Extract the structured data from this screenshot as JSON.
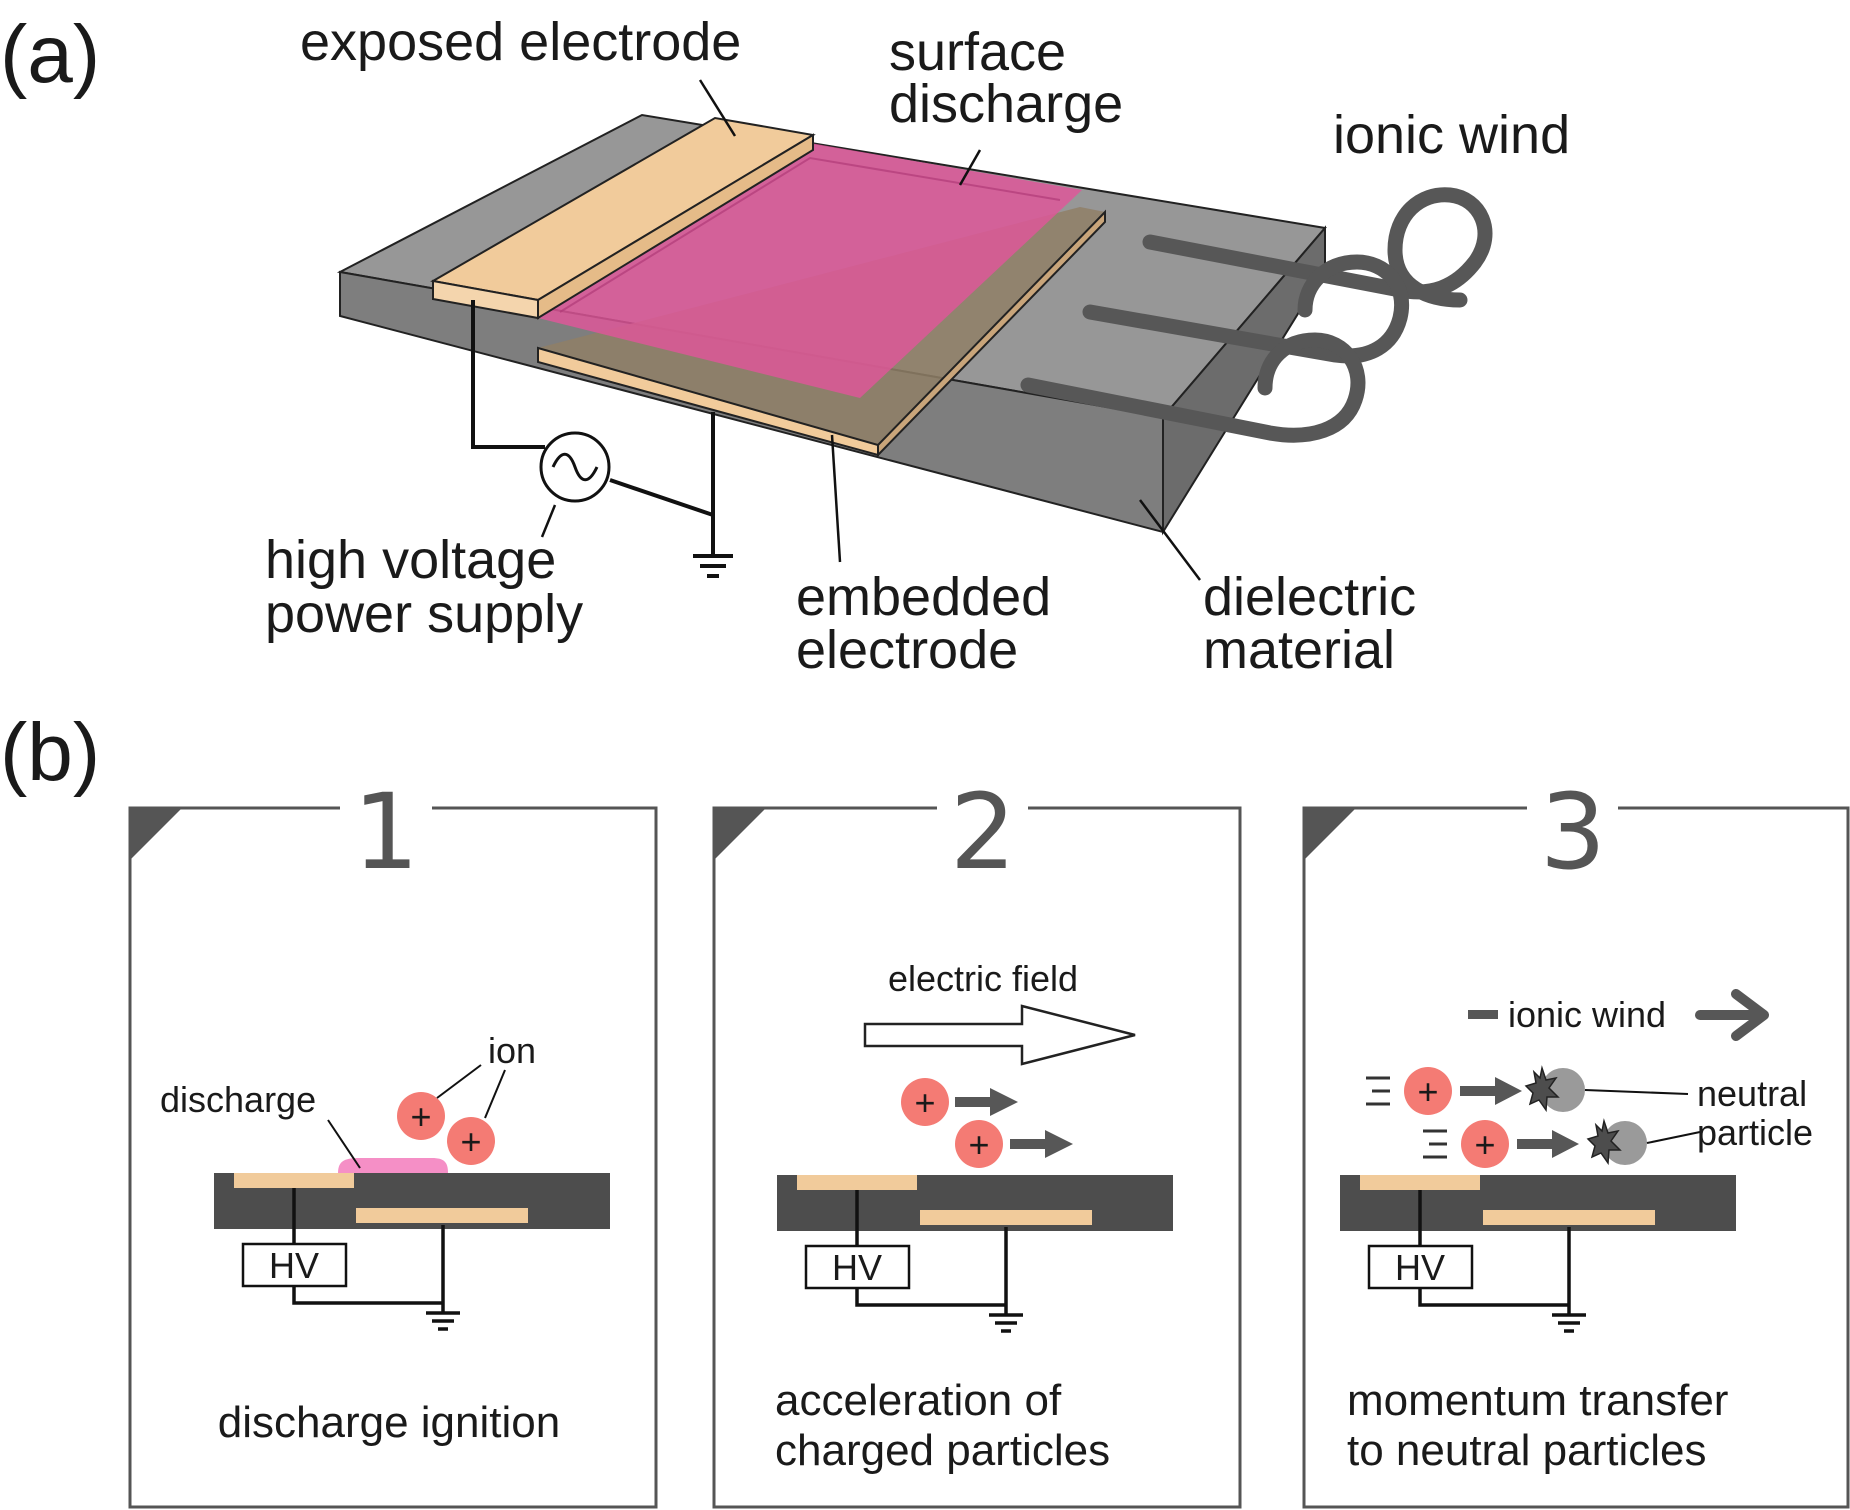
{
  "part_a": {
    "tag": "(a)",
    "labels": {
      "exposed_electrode": "exposed electrode",
      "surface_discharge_1": "surface",
      "surface_discharge_2": "discharge",
      "ionic_wind": "ionic wind",
      "power_supply_1": "high voltage",
      "power_supply_2": "power supply",
      "embedded_electrode_1": "embedded",
      "embedded_electrode_2": "electrode",
      "dielectric_1": "dielectric",
      "dielectric_2": "material"
    }
  },
  "part_b": {
    "tag": "(b)",
    "hv_label": "HV",
    "ion_sign": "+",
    "panels": [
      {
        "number": "1",
        "caption_1": "discharge ignition",
        "caption_2": "",
        "labels": {
          "ion": "ion",
          "discharge": "discharge"
        }
      },
      {
        "number": "2",
        "caption_1": "acceleration of",
        "caption_2": "charged particles",
        "labels": {
          "electric_field": "electric field"
        }
      },
      {
        "number": "3",
        "caption_1": "momentum transfer",
        "caption_2": "to neutral particles",
        "labels": {
          "ionic_wind": "ionic wind",
          "neutral_1": "neutral",
          "neutral_2": "particle"
        }
      }
    ]
  },
  "colors": {
    "dielectric": "#8a8a8a",
    "electrode": "#f1cb9b",
    "discharge": "#e0569a",
    "ion": "#f47b74",
    "dark": "#4d4d4d",
    "neutral": "#9a9a9a"
  }
}
